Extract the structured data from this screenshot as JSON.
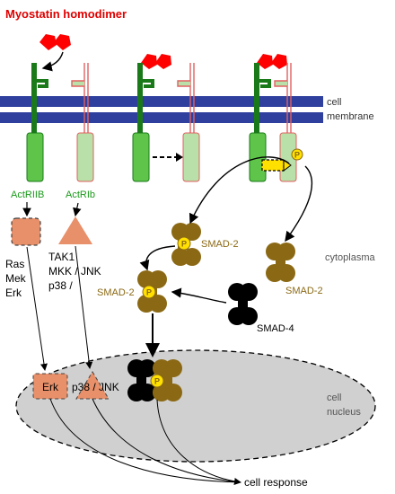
{
  "title": "Myostatin homodimer",
  "membrane_label_1": "cell",
  "membrane_label_2": "membrane",
  "receptor_1": "ActRIIB",
  "receptor_2": "ActRIb",
  "cytoplasma": "cytoplasma",
  "smad2_a": "SMAD-2",
  "smad2_b": "SMAD-2",
  "smad2_c": "SMAD-2",
  "smad4": "SMAD-4",
  "kinases_left": [
    "Ras",
    "Mek",
    "Erk"
  ],
  "kinases_right": [
    "TAK1",
    "MKK / JNK",
    "p38 /"
  ],
  "nucleus_erk": "Erk",
  "nucleus_p38": "p38 / JNK",
  "phospho": "P",
  "nucleus_label_1": "cell",
  "nucleus_label_2": "nucleus",
  "cell_response": "cell response",
  "colors": {
    "myostatin": "#ff0000",
    "type2_receptor": "#1a7a1a",
    "type1_receptor": "#e06060",
    "membrane": "#2e3f9e",
    "smad2": "#8b6914",
    "smad4": "#000000",
    "kinase": "#e8906a",
    "nucleus": "#d0d0d0",
    "phospho": "#ffe000"
  }
}
